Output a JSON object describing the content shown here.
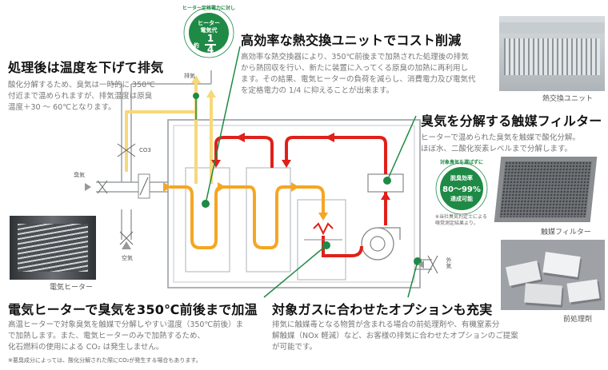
{
  "heading_exhaust": "処理後は温度を下げて排気",
  "text_exhaust": [
    "酸化分解するため、臭気は一時的に 350℃",
    "付近まで温められますが、排気温度は原臭",
    "温度＋30 ～ 60℃となります。"
  ],
  "heading_heat_exchanger": "高効率な熱交換ユニットでコスト削減",
  "text_heat_exchanger": [
    "高効率な熱交換器により、350℃前後まで加熱された処理後の排気",
    "から熱回収を行い、新たに装置に入ってくる原臭の加熱に再利用し",
    "ます。その結果、電気ヒーターの負荷を減らし、消費電力及び電気代",
    "を定格電力の 1/4 に抑えることが出来ます。"
  ],
  "heading_catalyst": "臭気を分解する触媒フィルター",
  "text_catalyst": [
    "ヒーターで温められた臭気を触媒で酸化分解。",
    "ほぼ水、二酸化炭素レベルまで分解します。"
  ],
  "heading_heater": "電気ヒーターで臭気を350℃前後まで加温",
  "text_heater": [
    "高温ヒーターで対象臭気を触媒で分解しやすい温度（350℃前後）ま",
    "で加熱します。また、電気ヒーターのみで加熱するため、",
    "化石燃料の使用による CO₂ は発生しません。"
  ],
  "heading_options": "対象ガスに合わせたオプションも充実",
  "text_options": [
    "排気に触媒毒となる物質が含まれる場合の前処理剤や、有機窒素分",
    "解触媒（NOx 軽減）など、お客様の排気に合わせたオプションのご提案",
    "が可能です。"
  ],
  "footnote": "※悪臭成分によっては、酸化分解された際にCO₂が発生する場合もあります。",
  "badge_power": {
    "arc": "ヒーター定格電力に対し",
    "line1": "ヒーター",
    "line2": "電気代",
    "approx": "約",
    "numerator": "1",
    "denominator": "4"
  },
  "badge_deodor": {
    "arc": "対象臭気を選ばずに",
    "line1": "脱臭効率",
    "line2": "80～99%",
    "line3": "達成可能"
  },
  "badge_note": [
    "※当社臭気判定士による",
    "嗅覚測定結果より。"
  ],
  "captions": {
    "heat_exchange_unit": "熱交換ユニット",
    "catalyst_filter": "触媒フィルター",
    "electric_heater": "電気ヒーター",
    "pretreatment": "前処理剤"
  },
  "diagram_labels": {
    "exhaust": "排気",
    "co3": "CO3",
    "odor_in": "臭気",
    "air": "空気",
    "fresh_air": "外気"
  },
  "colors": {
    "green": "#1e8a45",
    "orange": "#f5a623",
    "yellow": "#f7d87a",
    "red": "#e0201a",
    "frame": "#9aa0a6",
    "box": "#b9bec3"
  }
}
